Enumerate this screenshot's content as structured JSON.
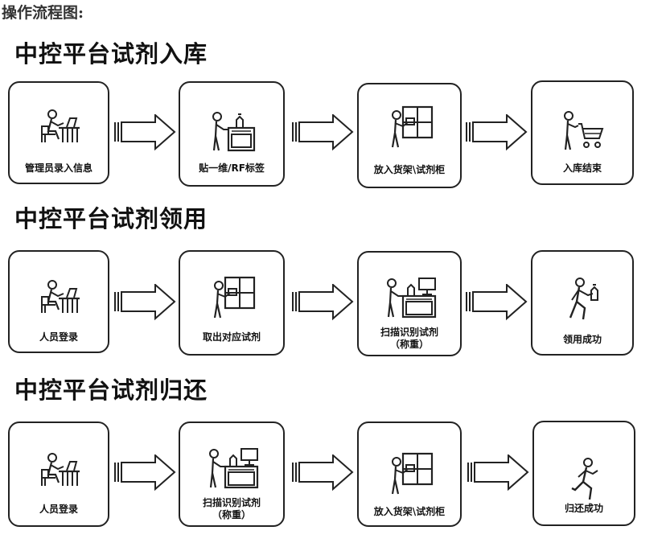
{
  "header": "操作流程图:",
  "sections": [
    {
      "title": "中控平台试剂入库",
      "steps": [
        {
          "icon": "person-at-desk-icon",
          "label": "管理员录入信息"
        },
        {
          "icon": "person-with-scale-icon",
          "label": "贴一维/RF标签"
        },
        {
          "icon": "person-at-shelf-icon",
          "label": "放入货架\\试剂柜"
        },
        {
          "icon": "person-with-cart-icon",
          "label": "入库结束"
        }
      ]
    },
    {
      "title": "中控平台试剂领用",
      "steps": [
        {
          "icon": "person-at-desk-icon",
          "label": "人员登录"
        },
        {
          "icon": "person-at-shelf-icon",
          "label": "取出对应试剂"
        },
        {
          "icon": "person-at-scanner-icon",
          "label": "扫描识别试剂",
          "sublabel": "（称重）"
        },
        {
          "icon": "person-walking-with-bottle-icon",
          "label": "领用成功"
        }
      ]
    },
    {
      "title": "中控平台试剂归还",
      "steps": [
        {
          "icon": "person-at-desk-icon",
          "label": "人员登录"
        },
        {
          "icon": "person-at-scanner-icon",
          "label": "扫描识别试剂",
          "sublabel": "（称重）"
        },
        {
          "icon": "person-at-shelf-icon",
          "label": "放入货架\\试剂柜"
        },
        {
          "icon": "person-running-icon",
          "label": "归还成功"
        }
      ]
    }
  ]
}
